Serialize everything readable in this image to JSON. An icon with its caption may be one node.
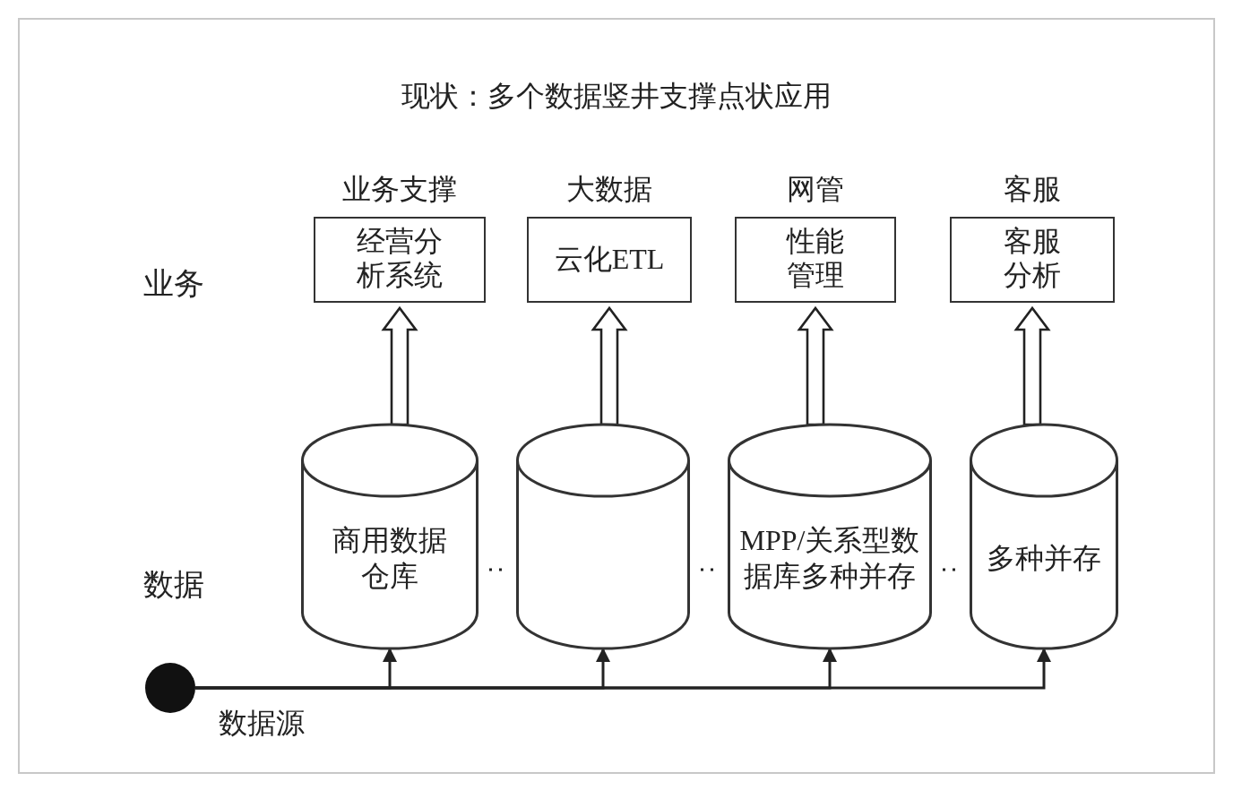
{
  "diagram": {
    "title": "现状：多个数据竖井支撑点状应用",
    "nodes": [
      {
        "text": [
          "业务支撑",
          "经营分析系统"
        ]
      },
      {
        "text": [
          "大数据",
          "云化ETL"
        ]
      },
      {
        "text": [
          "网管",
          "性能管理"
        ]
      },
      {
        "text": [
          "客服",
          "客服分析"
        ]
      },
      {
        "text": [
          "商用数据仓库"
        ]
      },
      {
        "text": [],
        "shape": "cylinder"
      },
      {
        "text": [
          "MPP/关系型数据库多种并存"
        ]
      },
      {
        "text": [
          "多种并存"
        ]
      },
      {
        "text": [],
        "shape": "circle",
        "beside": [
          "数据源"
        ]
      }
    ],
    "edges": [
      {
        "from": 4,
        "to": 0,
        "arrow": "to",
        "style": "thick"
      },
      {
        "from": 5,
        "to": 1,
        "arrow": "to",
        "style": "thick"
      },
      {
        "from": 6,
        "to": 2,
        "arrow": "to",
        "style": "thick"
      },
      {
        "from": 7,
        "to": 3,
        "arrow": "to",
        "style": "thick"
      },
      {
        "from": 8,
        "to": 4,
        "arrow": "to"
      },
      {
        "from": 8,
        "to": 5,
        "arrow": "to"
      },
      {
        "from": 8,
        "to": 6,
        "arrow": "to"
      },
      {
        "from": 8,
        "to": 7,
        "arrow": "to"
      }
    ],
    "labels": [
      "业务",
      "数据"
    ]
  }
}
